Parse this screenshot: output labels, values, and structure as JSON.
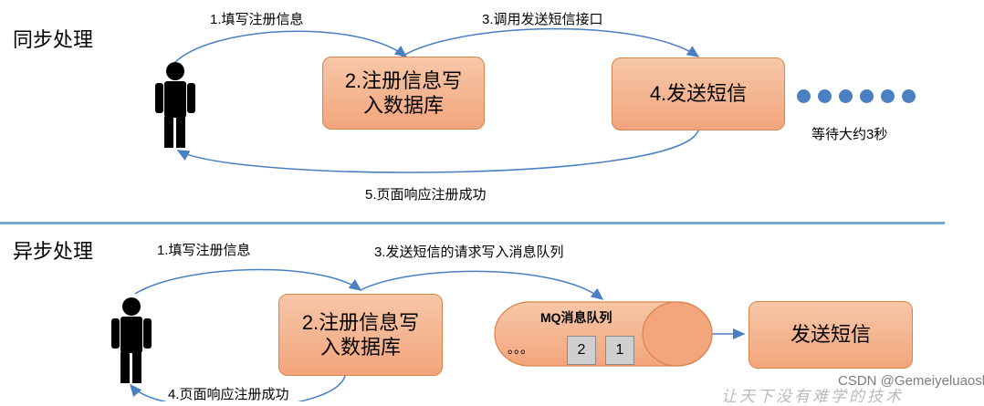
{
  "sync": {
    "title": "同步处理",
    "step1": "1.填写注册信息",
    "step2_box": "2.注册信息写\n入数据库",
    "step3": "3.调用发送短信接口",
    "step4_box": "4.发送短信",
    "wait": "等待大约3秒",
    "step5": "5.页面响应注册成功"
  },
  "async": {
    "title": "异步处理",
    "step1": "1.填写注册信息",
    "step2_box": "2.注册信息写\n入数据库",
    "step3": "3.发送短信的请求写入消息队列",
    "queue_label": "MQ消息队列",
    "queue_dots": "。。。",
    "queue_item_2": "2",
    "queue_item_1": "1",
    "send_box": "发送短信",
    "step4": "4.页面响应注册成功"
  },
  "watermark": "CSDN @Gemeiyeluaoshi",
  "watermark_bottom": "让天下没有难学的技术"
}
